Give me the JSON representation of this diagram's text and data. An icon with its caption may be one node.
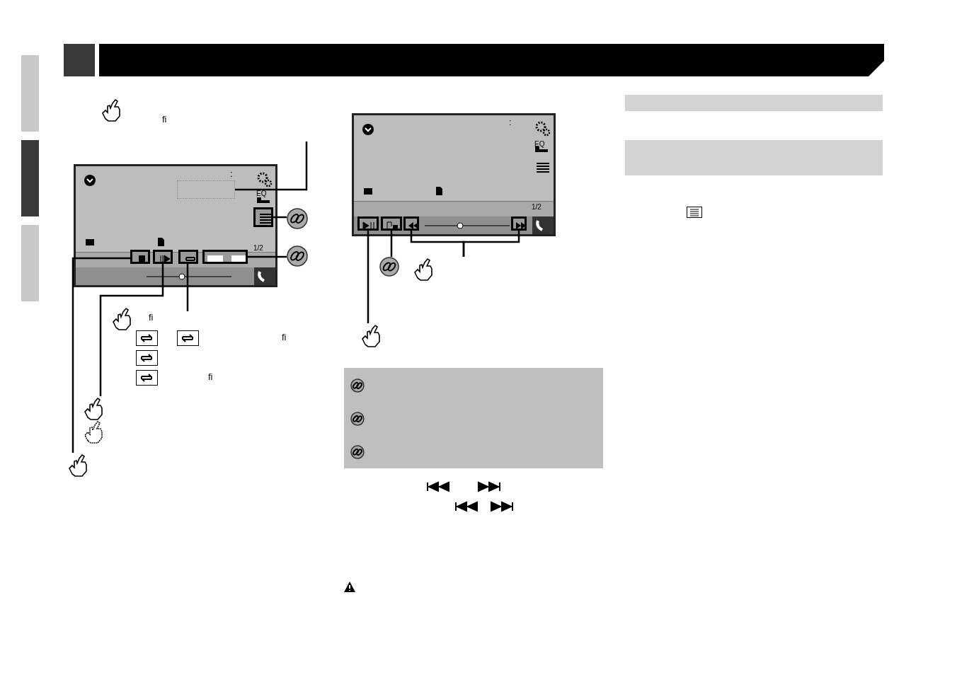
{
  "diagram": {
    "nodes": [
      {
        "text": [],
        "shape": "box"
      },
      {
        "text": [],
        "shape": "box",
        "in": 0
      },
      {
        "text": [],
        "shape": "box",
        "in": 0
      },
      {
        "text": [],
        "shape": "box",
        "in": 0
      },
      {
        "text": [],
        "shape": "box",
        "in": 0
      },
      {
        "text": [],
        "shape": "box",
        "in": 0
      },
      {
        "text": [],
        "shape": "box",
        "in": 0
      },
      {
        "text": [],
        "shape": "circle"
      },
      {
        "text": [],
        "shape": "circle"
      },
      {
        "text": [],
        "shape": "hand"
      },
      {
        "text": [],
        "shape": "hand"
      },
      {
        "text": [],
        "shape": "box"
      },
      {
        "text": [],
        "shape": "box",
        "in": 11
      },
      {
        "text": [],
        "shape": "box",
        "in": 11
      },
      {
        "text": [],
        "shape": "box",
        "in": 11
      },
      {
        "text": [],
        "shape": "box",
        "in": 11
      },
      {
        "text": [],
        "shape": "circle"
      },
      {
        "text": [],
        "shape": "hand"
      },
      {
        "text": [],
        "shape": "bar"
      },
      {
        "text": [],
        "shape": "bar"
      },
      {
        "text": [],
        "shape": "bar"
      },
      {
        "text": [],
        "shape": "box"
      },
      {
        "text": [],
        "shape": "box"
      }
    ],
    "edges": [
      {
        "from": null,
        "to": 1,
        "arrow": "none"
      },
      {
        "from": 7,
        "to": 2,
        "arrow": "none"
      },
      {
        "from": 8,
        "to": 6,
        "arrow": "none"
      },
      {
        "from": 10,
        "to": 3,
        "arrow": "none"
      },
      {
        "from": 9,
        "to": 4,
        "arrow": "none"
      },
      {
        "from": null,
        "to": 5,
        "arrow": "none"
      },
      {
        "from": 17,
        "to": 12,
        "arrow": "none"
      },
      {
        "from": 16,
        "to": 13,
        "arrow": "none"
      },
      {
        "from": null,
        "to": 14,
        "arrow": "none"
      },
      {
        "from": null,
        "to": 15,
        "arrow": "none"
      }
    ],
    "labels": [
      "fi",
      ":",
      "EQ",
      "1/2",
      "fi",
      "fi",
      "fi",
      ":",
      "EQ",
      "1/2"
    ]
  }
}
